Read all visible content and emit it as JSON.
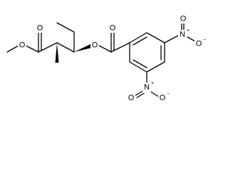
{
  "molecule": {
    "atom_labels": {
      "ester_carbonyl_oxygen": "O",
      "ester_methoxy_oxygen": "O",
      "ester_link_oxygen": "O",
      "benzoate_carbonyl_oxygen": "O",
      "nitro_top_nitrogen": "N",
      "nitro_top_oxygen_left": "O",
      "nitro_top_oxygen_right": "O",
      "nitro_bottom_nitrogen": "N",
      "nitro_bottom_oxygen_left": "O",
      "nitro_bottom_oxygen_right": "O"
    },
    "charges": {
      "nitro_top_nitrogen_charge": "+",
      "nitro_top_oxygen_charge": "−",
      "nitro_bottom_nitrogen_charge": "+",
      "nitro_bottom_oxygen_charge": "−"
    }
  }
}
